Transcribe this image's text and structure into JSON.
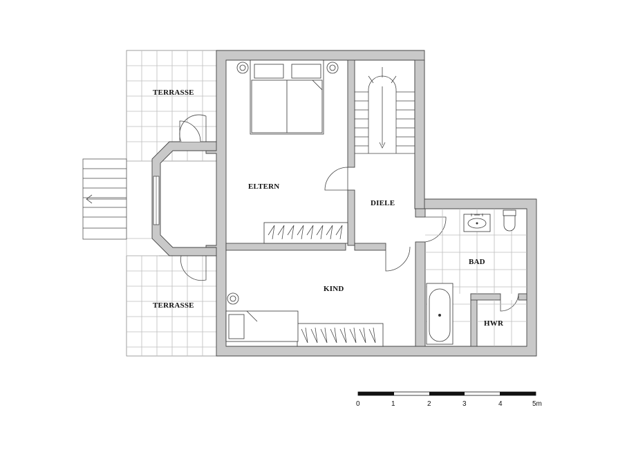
{
  "rooms": {
    "terrace_top": "TERRASSE",
    "terrace_bottom": "TERRASSE",
    "parents": "ELTERN",
    "hall": "DIELE",
    "child": "KIND",
    "bath": "BAD",
    "utility": "HWR"
  },
  "scale": {
    "labels": [
      "0",
      "1",
      "2",
      "3",
      "4",
      "5m"
    ]
  }
}
